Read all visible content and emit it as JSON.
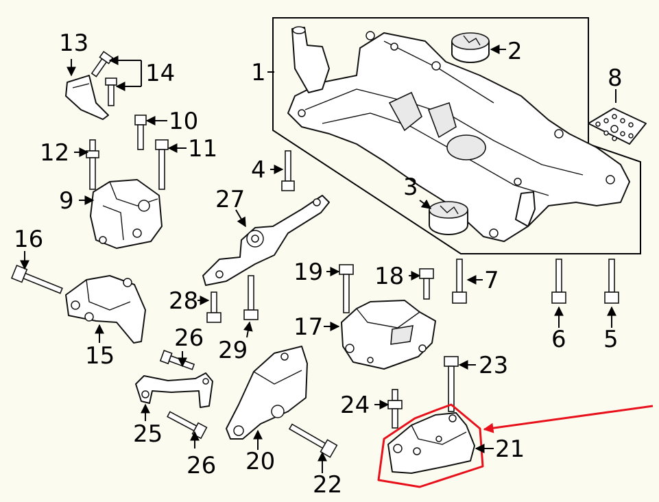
{
  "diagram": {
    "labels": {
      "p1": "1",
      "p2": "2",
      "p3": "3",
      "p4": "4",
      "p5": "5",
      "p6": "6",
      "p7": "7",
      "p8": "8",
      "p9": "9",
      "p10": "10",
      "p11": "11",
      "p12": "12",
      "p13": "13",
      "p14": "14",
      "p15": "15",
      "p16": "16",
      "p17": "17",
      "p18": "18",
      "p19": "19",
      "p20": "20",
      "p21": "21",
      "p22": "22",
      "p23": "23",
      "p24": "24",
      "p25": "25",
      "p26a": "26",
      "p26b": "26",
      "p27": "27",
      "p28": "28",
      "p29": "29"
    },
    "colors": {
      "background": "#fbfcef",
      "line": "#000000",
      "highlight": "#e8111b"
    },
    "highlighted_part": "21"
  }
}
